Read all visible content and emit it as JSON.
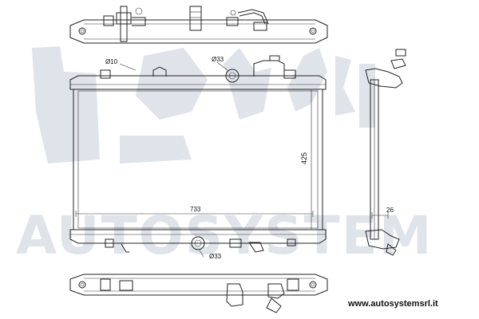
{
  "watermark": {
    "text": "AUTOSYSTEM"
  },
  "dimensions": {
    "tube_diameter": "Ø10",
    "filler_diameter_top": "Ø33",
    "outlet_diameter_bottom": "Ø33",
    "core_width": "733",
    "core_height": "425",
    "core_thickness": "26"
  },
  "footer": {
    "website": "www.autosystemsrl.it"
  },
  "colors": {
    "line": "#222222",
    "watermark": "#dfe3ea",
    "background": "#ffffff"
  }
}
